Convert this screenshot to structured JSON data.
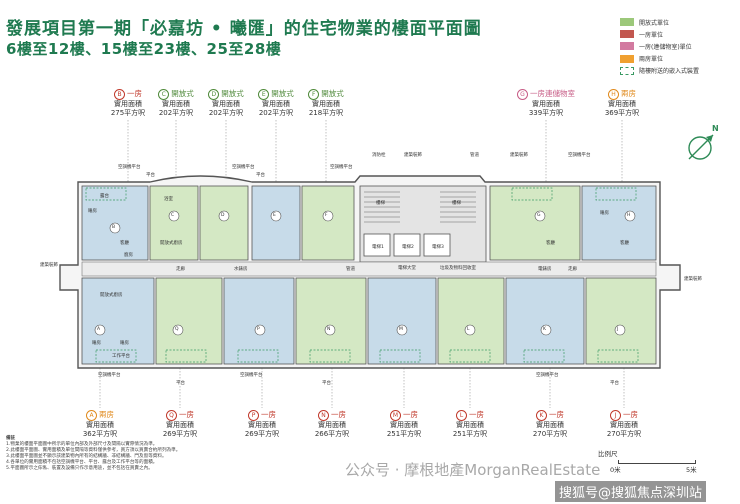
{
  "title_line1": "發展項目第一期「必嘉坊 • 曦匯」的住宅物業的樓面平面圖",
  "title_line2": "6樓至12樓、15樓至23樓、25至28樓",
  "legend": [
    {
      "label": "開放式單位",
      "color": "#9cc87a"
    },
    {
      "label": "一房單位",
      "color": "#c2574f"
    },
    {
      "label": "一房(連儲物室)單位",
      "color": "#d27aa0"
    },
    {
      "label": "兩房單位",
      "color": "#f0a030"
    },
    {
      "label": "隨樓附送的嵌入式裝置",
      "color": "#3a9a63"
    }
  ],
  "area_caption": "實用面積",
  "top_units": [
    {
      "letter": "B",
      "type": "一房",
      "area": "275平方呎",
      "color": "red"
    },
    {
      "letter": "C",
      "type": "開放式",
      "area": "202平方呎",
      "color": "green"
    },
    {
      "letter": "D",
      "type": "開放式",
      "area": "202平方呎",
      "color": "green"
    },
    {
      "letter": "E",
      "type": "開放式",
      "area": "202平方呎",
      "color": "green"
    },
    {
      "letter": "F",
      "type": "開放式",
      "area": "218平方呎",
      "color": "green"
    },
    {
      "letter": "G",
      "type": "一房連儲物室",
      "area": "339平方呎",
      "color": "pink"
    },
    {
      "letter": "H",
      "type": "兩房",
      "area": "369平方呎",
      "color": "orange"
    }
  ],
  "bottom_units": [
    {
      "letter": "A",
      "type": "兩房",
      "area": "362平方呎",
      "color": "orange"
    },
    {
      "letter": "Q",
      "type": "一房",
      "area": "269平方呎",
      "color": "red"
    },
    {
      "letter": "P",
      "type": "一房",
      "area": "269平方呎",
      "color": "red"
    },
    {
      "letter": "N",
      "type": "一房",
      "area": "266平方呎",
      "color": "red"
    },
    {
      "letter": "M",
      "type": "一房",
      "area": "251平方呎",
      "color": "red"
    },
    {
      "letter": "L",
      "type": "一房",
      "area": "251平方呎",
      "color": "red"
    },
    {
      "letter": "K",
      "type": "一房",
      "area": "270平方呎",
      "color": "red"
    },
    {
      "letter": "J",
      "type": "一房",
      "area": "270平方呎",
      "color": "red"
    }
  ],
  "plan_labels": {
    "top_ann": [
      "空調機平台",
      "平台",
      "空調機平台",
      "平台",
      "空調機平台",
      "消防栓",
      "建築裝飾",
      "管道",
      "建築裝飾",
      "空調機平台"
    ],
    "lifts": [
      "電梯1",
      "電梯2",
      "電梯3"
    ],
    "lobby": "電梯大堂",
    "corridor": "走廊",
    "stair": "樓梯",
    "mid": [
      "垃圾及物料回收室",
      "水錶房",
      "電錶房",
      "管道"
    ],
    "side": [
      "建築裝飾",
      "建築裝飾"
    ],
    "rooms": [
      "睡房",
      "客廳",
      "廚房",
      "浴室",
      "開放式廚房",
      "露台",
      "工作平台"
    ],
    "bottom_ann": [
      "空調機平台",
      "平台",
      "空調機平台",
      "平台",
      "空調機平台",
      "平台"
    ]
  },
  "north": "N",
  "scale": {
    "label": "比例尺",
    "start": "0米",
    "end": "5米"
  },
  "notes": {
    "heading": "備註",
    "lines": [
      "1.物業的樓面平面圖中所示的單位內部及外部尺寸及間隔以實際情況為準。",
      "2.此樓面平面圖、實用面積及單位間隔等資料僅供參考，買方須以買賣合約所列為準。",
      "3.此樓面平面圖並不顯示該建築物內所有的結構牆、非結構牆、門及窗等資料。",
      "4.各單位的實用面積不包括空調機平台、平台、露台及工作平台等的面積。",
      "5.平面圖所示之傢俬、裝置及設備只作示意用途，並不包括在買賣之內。"
    ]
  },
  "watermark1": "公众号 · 摩根地產MorganRealEstate",
  "watermark2": "搜狐号@搜狐焦点深圳站"
}
